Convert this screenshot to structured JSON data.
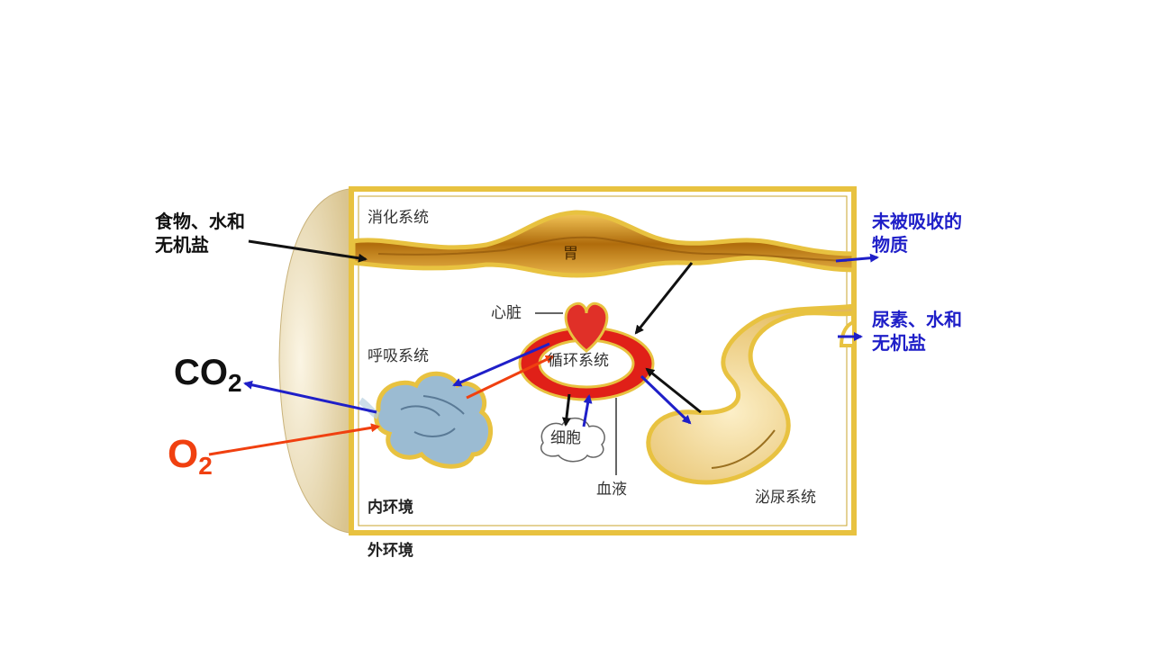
{
  "labels": {
    "food_water_salt": "食物、水和\n无机盐",
    "unabsorbed": "未被吸收的\n物质",
    "urea_water_salt": "尿素、水和\n无机盐",
    "co2_main": "CO",
    "co2_sub": "2",
    "o2_main": "O",
    "o2_sub": "2",
    "digestive": "消化系统",
    "stomach": "胃",
    "heart": "心脏",
    "respiratory": "呼吸系统",
    "circulatory": "循环系统",
    "cell": "细胞",
    "blood": "血液",
    "urinary": "泌尿系统",
    "internal_env": "内环境",
    "external_env": "外环境"
  },
  "colors": {
    "frame_border": "#e8c240",
    "tube_outer": "#c8921a",
    "tube_inner": "#b57410",
    "lung_fill": "#9bbbd2",
    "circ_red": "#e02018",
    "heart_red": "#e03028",
    "kidney_fill": "#f0d690",
    "arrow_black": "#111111",
    "arrow_blue": "#1f1fc8",
    "arrow_red": "#f04010",
    "outer_env": "#e0cfa0"
  }
}
